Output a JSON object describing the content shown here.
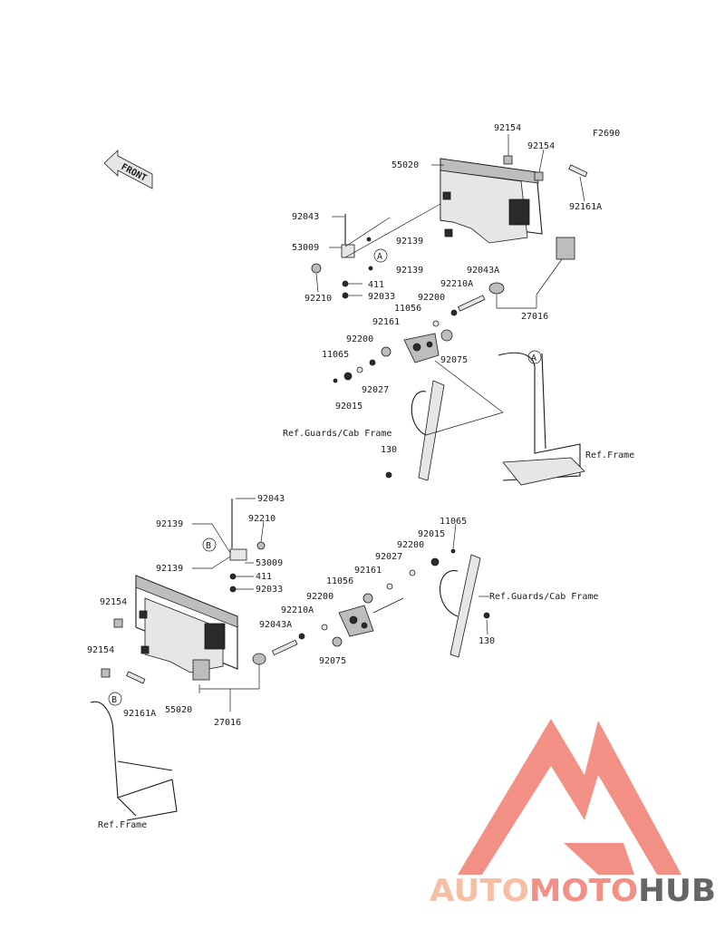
{
  "figure_code": "F2690",
  "front_label": "FRONT",
  "callouts": {
    "a": "A",
    "b": "B"
  },
  "top_assembly": {
    "labels": [
      {
        "id": "t_92154_a",
        "text": "92154"
      },
      {
        "id": "t_92154_b",
        "text": "92154"
      },
      {
        "id": "t_55020",
        "text": "55020"
      },
      {
        "id": "t_92161A",
        "text": "92161A"
      },
      {
        "id": "t_92043",
        "text": "92043"
      },
      {
        "id": "t_92139_a",
        "text": "92139"
      },
      {
        "id": "t_53009",
        "text": "53009"
      },
      {
        "id": "t_92139_b",
        "text": "92139"
      },
      {
        "id": "t_92043A",
        "text": "92043A"
      },
      {
        "id": "t_411",
        "text": "411"
      },
      {
        "id": "t_92210",
        "text": "92210"
      },
      {
        "id": "t_92033",
        "text": "92033"
      },
      {
        "id": "t_92210A",
        "text": "92210A"
      },
      {
        "id": "t_92200_a",
        "text": "92200"
      },
      {
        "id": "t_27016",
        "text": "27016"
      },
      {
        "id": "t_11056",
        "text": "11056"
      },
      {
        "id": "t_92161",
        "text": "92161"
      },
      {
        "id": "t_92200_b",
        "text": "92200"
      },
      {
        "id": "t_92075",
        "text": "92075"
      },
      {
        "id": "t_11065",
        "text": "11065"
      },
      {
        "id": "t_92027",
        "text": "92027"
      },
      {
        "id": "t_92015",
        "text": "92015"
      },
      {
        "id": "t_130",
        "text": "130"
      }
    ],
    "ref_guards": "Ref.Guards/Cab Frame",
    "ref_frame": "Ref.Frame"
  },
  "bottom_assembly": {
    "labels": [
      {
        "id": "b_92043",
        "text": "92043"
      },
      {
        "id": "b_92210",
        "text": "92210"
      },
      {
        "id": "b_92139_a",
        "text": "92139"
      },
      {
        "id": "b_53009",
        "text": "53009"
      },
      {
        "id": "b_92139_b",
        "text": "92139"
      },
      {
        "id": "b_411",
        "text": "411"
      },
      {
        "id": "b_92033",
        "text": "92033"
      },
      {
        "id": "b_11065",
        "text": "11065"
      },
      {
        "id": "b_92015",
        "text": "92015"
      },
      {
        "id": "b_92200_a",
        "text": "92200"
      },
      {
        "id": "b_92027",
        "text": "92027"
      },
      {
        "id": "b_92161",
        "text": "92161"
      },
      {
        "id": "b_11056",
        "text": "11056"
      },
      {
        "id": "b_92200_b",
        "text": "92200"
      },
      {
        "id": "b_92210A",
        "text": "92210A"
      },
      {
        "id": "b_92154_a",
        "text": "92154"
      },
      {
        "id": "b_92043A",
        "text": "92043A"
      },
      {
        "id": "b_92075",
        "text": "92075"
      },
      {
        "id": "b_130",
        "text": "130"
      },
      {
        "id": "b_92154_b",
        "text": "92154"
      },
      {
        "id": "b_92161A",
        "text": "92161A"
      },
      {
        "id": "b_55020",
        "text": "55020"
      },
      {
        "id": "b_27016",
        "text": "27016"
      }
    ],
    "ref_guards": "Ref.Guards/Cab Frame",
    "ref_frame": "Ref.Frame"
  },
  "watermark": {
    "word_part1": "AUTO",
    "word_part2": "MOTO",
    "word_part3": "HUB",
    "color_main": "#f2857a",
    "color_light": "#f6b89a",
    "color_dark": "#555555"
  }
}
